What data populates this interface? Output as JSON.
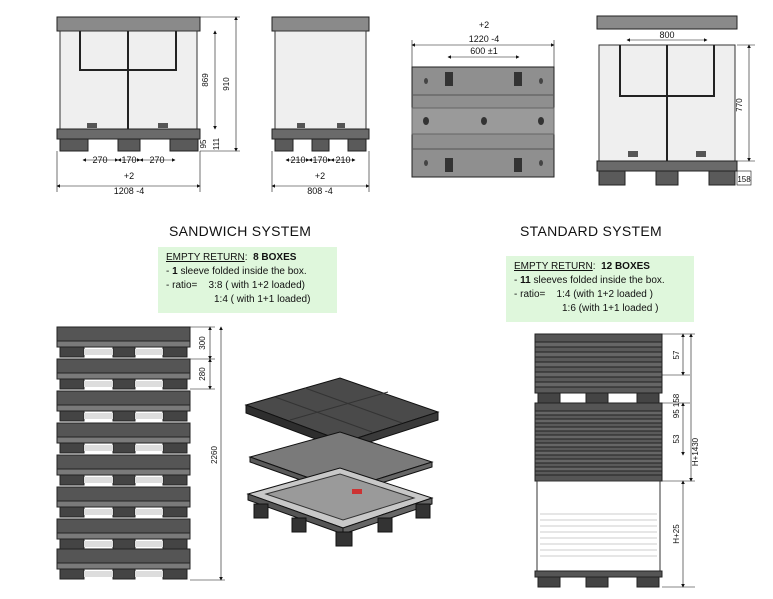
{
  "sandwich": {
    "title": "SANDWICH SYSTEM",
    "head_label": "EMPTY RETURN",
    "head_value": "8 BOXES",
    "line1_num": "1",
    "line1_text": " sleeve folded inside the box.",
    "ratio_label": "- ratio=",
    "ratio1": "3:8 ( with 1+2 loaded)",
    "ratio2": "1:4  ( with 1+1 loaded)"
  },
  "standard": {
    "title": "STANDARD SYSTEM",
    "head_label": "EMPTY RETURN",
    "head_value": "12 BOXES",
    "line1_num": "11",
    "line1_text": " sleeves folded inside the box.",
    "ratio_label": "- ratio=",
    "ratio1": "1:4 (with  1+2 loaded )",
    "ratio2": "1:6 (with 1+1 loaded )"
  },
  "dims": {
    "front_height": "869",
    "front_height_total": "910",
    "front_95": "95",
    "front_111": "111",
    "front_270a": "270",
    "front_170": "170",
    "front_270b": "270",
    "front_plus2": "+2",
    "front_width": "1208 -4",
    "side_210a": "210",
    "side_170": "170",
    "side_210b": "210",
    "side_plus2": "+2",
    "side_width": "808 -4",
    "top_plus2": "+2",
    "top_width": "1220 -4",
    "top_600": "600 ±1",
    "std_800": "800",
    "std_770": "770",
    "std_158": "158",
    "stack_300": "300",
    "stack_280": "280",
    "stack_2260": "2260",
    "std_57": "57",
    "std_95_158": "95 158",
    "std_53": "53",
    "std_h1430": "H+1430",
    "std_h25": "H+25"
  }
}
